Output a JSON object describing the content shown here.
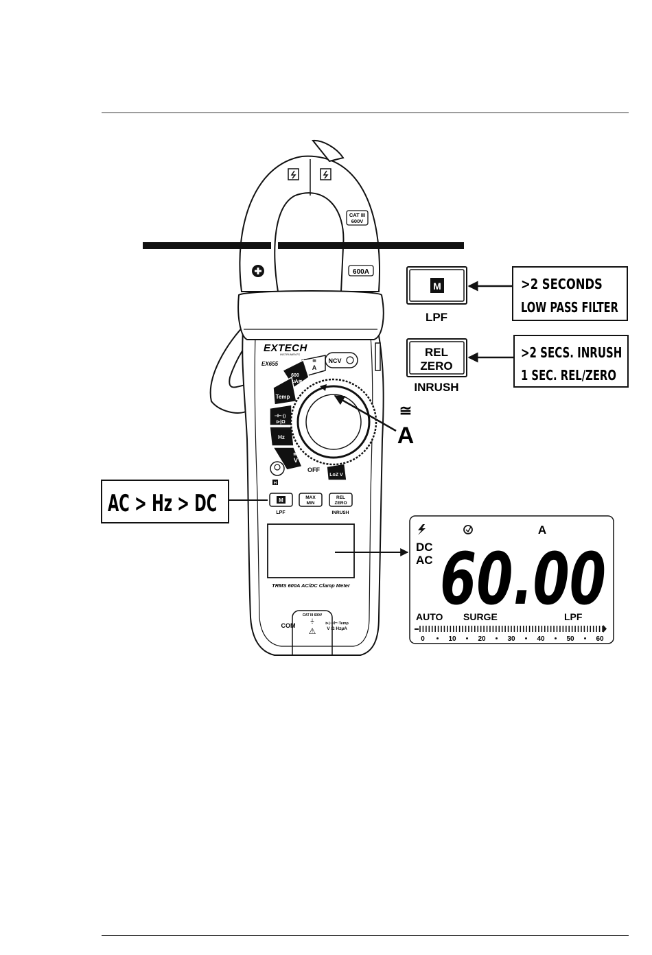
{
  "meter": {
    "brand": "EXTECH",
    "sub_brand": "INSTRUMENTS",
    "model": "EX655",
    "cat_jaw": [
      "CAT III",
      "600V"
    ],
    "jaw_rating": "600A",
    "dial": {
      "ncv": "NCV",
      "amps_ac": "A",
      "ua": [
        "600",
        "µA≅"
      ],
      "temp": "Temp",
      "cap": "⊣⊢·))",
      "diode_ohm": "⊳|Ω",
      "hz": "Hz",
      "volts": "V",
      "off": "OFF",
      "loz": "LoZ V"
    },
    "light_label": "H",
    "buttons": {
      "mode": {
        "face": "M",
        "label": "LPF"
      },
      "maxmin": {
        "face": [
          "MAX",
          "MIN"
        ]
      },
      "relzero": {
        "face": [
          "REL",
          "ZERO"
        ],
        "label": "INRUSH"
      }
    },
    "model_text": "TRMS 600A AC/DC Clamp Meter",
    "jacks": {
      "com": "COM",
      "cat": "CAT III 600V",
      "right_top": "⊳|·⊣⊢·Temp",
      "right_bottom": "V Ω HzµA"
    }
  },
  "callouts": {
    "mode_key": {
      "face": "M",
      "label": "LPF",
      "note_lines": [
        ">2 SECONDS",
        "LOW PASS FILTER"
      ]
    },
    "rel_key": {
      "face": [
        "REL",
        "ZERO"
      ],
      "label": "INRUSH",
      "note_lines": [
        ">2 SECS. INRUSH",
        "1 SEC. REL/ZERO"
      ]
    },
    "dial_symbol": "A",
    "mode_sequence": "AC > Hz > DC"
  },
  "lcd": {
    "top_unit": "A",
    "modes": [
      "DC",
      "AC"
    ],
    "reading": "60.00",
    "bottom_labels": [
      "AUTO",
      "SURGE",
      "LPF"
    ],
    "scale_ticks": [
      "0",
      "10",
      "20",
      "30",
      "40",
      "50",
      "60"
    ]
  },
  "colors": {
    "ink": "#111111",
    "dial_segment": "#1a1a1a",
    "paper": "#ffffff"
  }
}
